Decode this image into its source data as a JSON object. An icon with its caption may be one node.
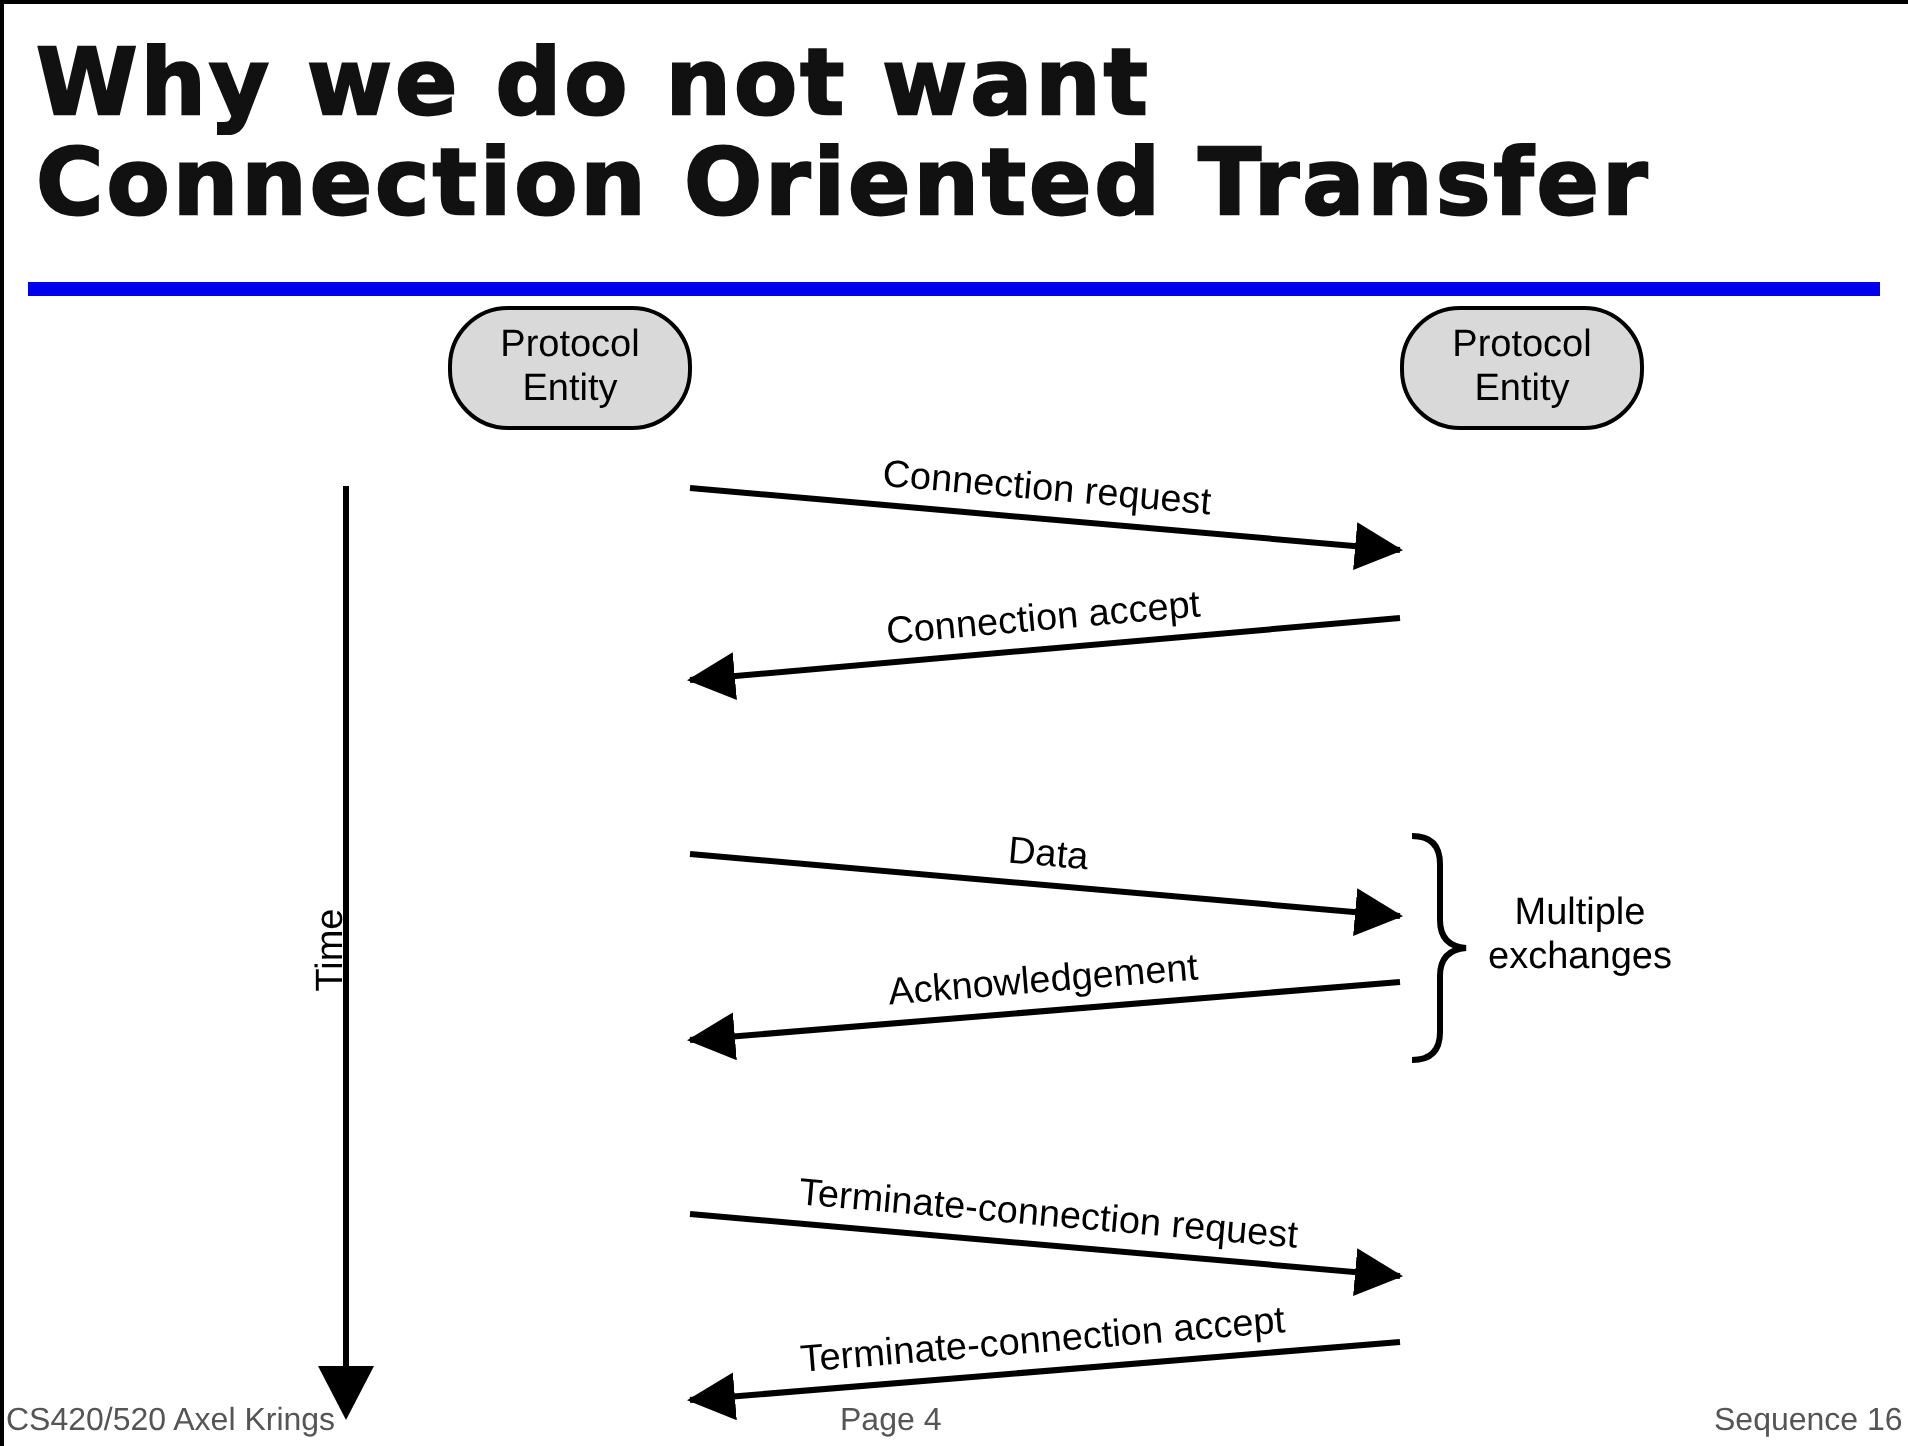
{
  "diagram": {
    "title": "Why we do not want Connection Oriented Transfer",
    "nodes": [
      {
        "text": [
          "Protocol Entity"
        ]
      },
      {
        "text": [
          "Protocol Entity"
        ]
      }
    ],
    "labels": [
      "Connection request",
      "Connection accept",
      "Time",
      "Data",
      "Multiple exchanges",
      "Acknowledgement",
      "Terminate-connection request",
      "Terminate-connection accept",
      "CS420/520 Axel Krings",
      "Page 4",
      "Sequence 16"
    ]
  }
}
